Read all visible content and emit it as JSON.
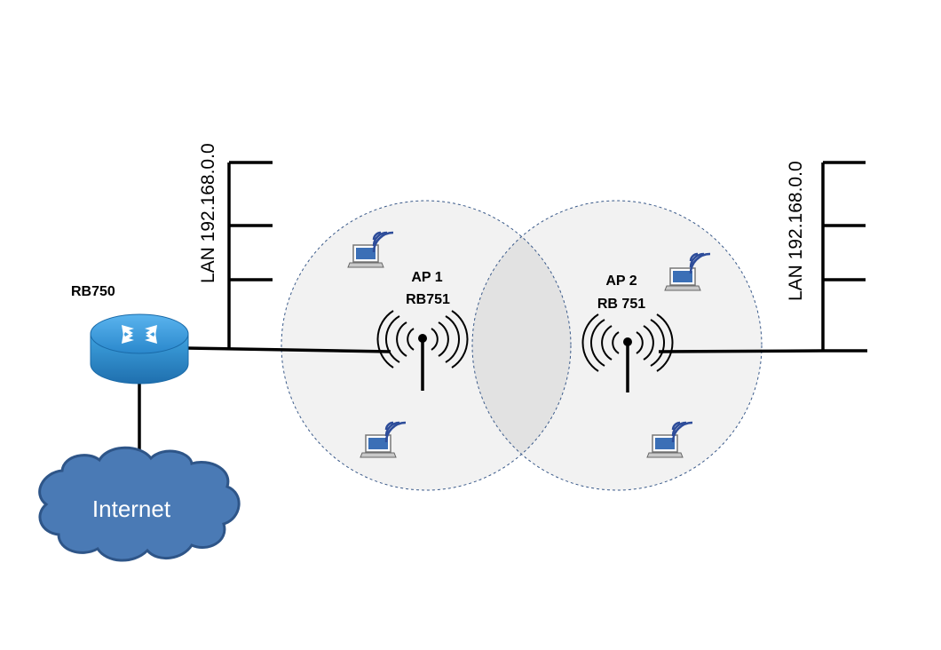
{
  "router": {
    "label": "RB750"
  },
  "internet": {
    "label": "Internet"
  },
  "lan_left": {
    "label": "LAN 192.168.0.0"
  },
  "lan_right": {
    "label": "LAN 192.168.0.0"
  },
  "ap1": {
    "name": "AP 1",
    "model": "RB751"
  },
  "ap2": {
    "name": "AP 2",
    "model": "RB 751"
  },
  "colors": {
    "coverage_fill": "#f2f2f2",
    "coverage_overlap": "#e0e0e0",
    "coverage_border": "#3a5a8a",
    "router_body": "#3399dd",
    "cloud_fill": "#4a7ab5",
    "cloud_stroke": "#2e5588"
  },
  "icons": [
    "router-icon",
    "cloud-icon",
    "antenna-icon",
    "laptop-icon",
    "wifi-waves-icon"
  ]
}
